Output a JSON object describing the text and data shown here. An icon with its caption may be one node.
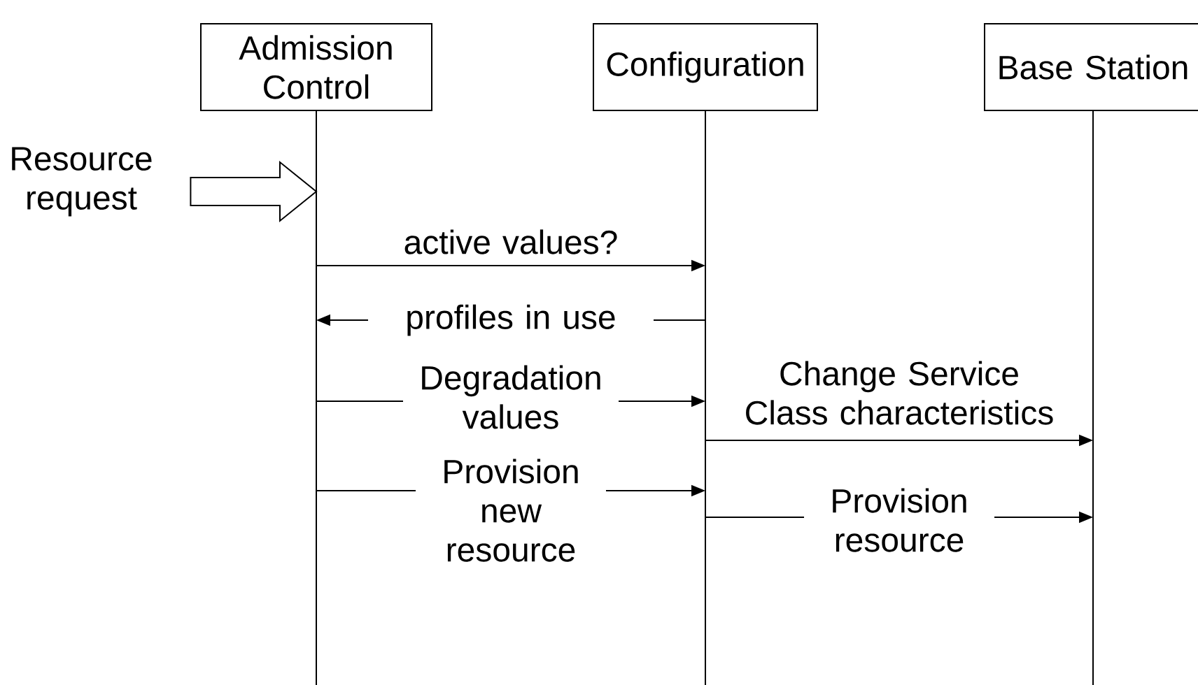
{
  "diagram": {
    "nodes": [
      {
        "text": [
          "Admission Control"
        ]
      },
      {
        "text": [
          "Configuration"
        ]
      },
      {
        "text": [
          "Base Station"
        ]
      },
      {
        "text": [
          "Resource request"
        ]
      }
    ],
    "edges": [
      {
        "from": 3,
        "to": 0,
        "arrow": "to"
      },
      {
        "from": 0,
        "to": 1,
        "arrow": "to",
        "label": "active values?"
      },
      {
        "from": 1,
        "to": 0,
        "arrow": "to",
        "label": "profiles in use"
      },
      {
        "from": 0,
        "to": 1,
        "arrow": "to",
        "label": "Degradation values"
      },
      {
        "from": 1,
        "to": 2,
        "arrow": "to",
        "label": "Change Service Class characteristics"
      },
      {
        "from": 0,
        "to": 1,
        "arrow": "to",
        "label": "Provision new resource"
      },
      {
        "from": 1,
        "to": 2,
        "arrow": "to",
        "label": "Provision resource"
      }
    ]
  }
}
